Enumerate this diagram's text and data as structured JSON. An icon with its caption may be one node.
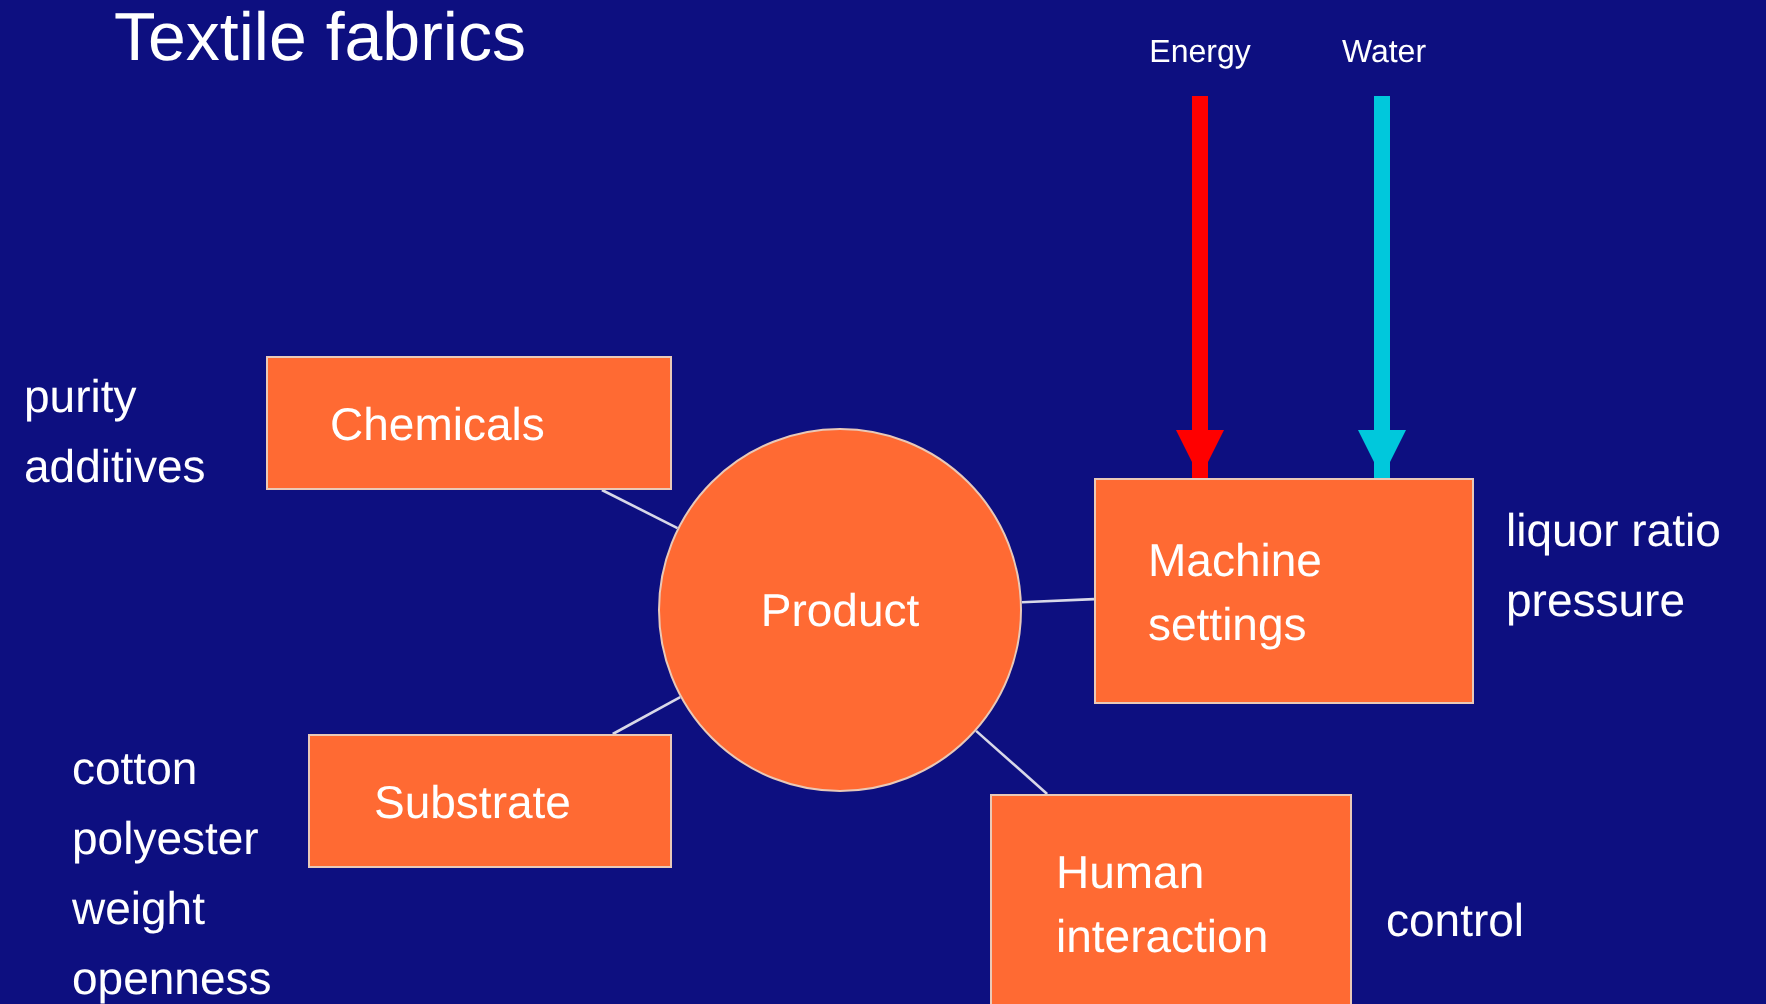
{
  "diagram": {
    "title": "Textile fabrics",
    "nodes": [
      {
        "text": [
          "Chemicals"
        ],
        "beside": [
          "purity",
          "additives"
        ]
      },
      {
        "text": [
          "Product"
        ]
      },
      {
        "text": [
          "Machine settings"
        ],
        "beside": [
          "liquor ratio",
          "pressure"
        ]
      },
      {
        "text": [
          "Substrate"
        ],
        "beside": [
          "cotton",
          "polyester",
          "weight",
          "openness"
        ]
      },
      {
        "text": [
          "Human interaction"
        ],
        "beside": [
          "control"
        ]
      },
      {
        "text": [
          "Energy"
        ]
      },
      {
        "text": [
          "Water"
        ]
      }
    ],
    "edges": [
      {
        "from": 0,
        "to": 1,
        "arrow": "none"
      },
      {
        "from": 1,
        "to": 2,
        "arrow": "none"
      },
      {
        "from": 3,
        "to": 1,
        "arrow": "none"
      },
      {
        "from": 1,
        "to": 4,
        "arrow": "none"
      },
      {
        "from": 5,
        "to": 2,
        "arrow": "to",
        "style": "thick",
        "color": "#ff0000"
      },
      {
        "from": 6,
        "to": 2,
        "arrow": "to",
        "style": "thick",
        "color": "#00c8dc"
      }
    ]
  }
}
